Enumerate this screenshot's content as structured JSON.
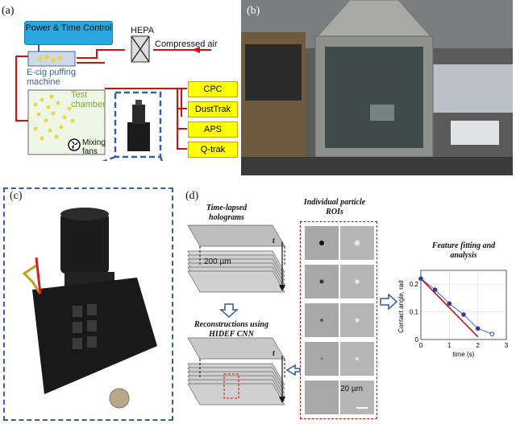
{
  "panel_a": {
    "label": "(a)",
    "power_box": "Power & Time Control",
    "hepa": "HEPA",
    "compressed_air": "Compressed air",
    "ecig": "E-cig puffing machine",
    "test_chamber": "Test chamber",
    "mixing_fans": "Mixing fans",
    "instruments": [
      "CPC",
      "DustTrak",
      "APS",
      "Q-trak"
    ]
  },
  "panel_b": {
    "label": "(b)"
  },
  "panel_c": {
    "label": "(c)"
  },
  "panel_d": {
    "label": "(d)",
    "holograms_title": "Time-lapsed holograms",
    "rois_title": "Individual particle ROIs",
    "scale_200": "200 µm",
    "t_label": "t",
    "recon_title": "Reconstructions using HIDEF CNN",
    "scale_20": "20 µm",
    "fitting_title": "Feature fitting and analysis",
    "plot_ylabel": "Contact angle, rad",
    "plot_xlabel": "time (s)",
    "plot_xticks": [
      "0",
      "1",
      "2",
      "3"
    ],
    "plot_yticks": [
      "0",
      "0.1",
      "0.2"
    ]
  },
  "chart_data": {
    "type": "scatter",
    "xlabel": "time (s)",
    "ylabel": "Contact angle, rad",
    "xlim": [
      0,
      3
    ],
    "ylim": [
      0,
      0.25
    ],
    "series": [
      {
        "x": [
          0,
          0.5,
          1.0,
          1.5,
          2.0,
          2.5
        ],
        "y": [
          0.22,
          0.18,
          0.13,
          0.09,
          0.04,
          0.02
        ]
      }
    ],
    "fit": {
      "x": [
        0,
        2.0
      ],
      "y": [
        0.22,
        0.01
      ]
    }
  }
}
